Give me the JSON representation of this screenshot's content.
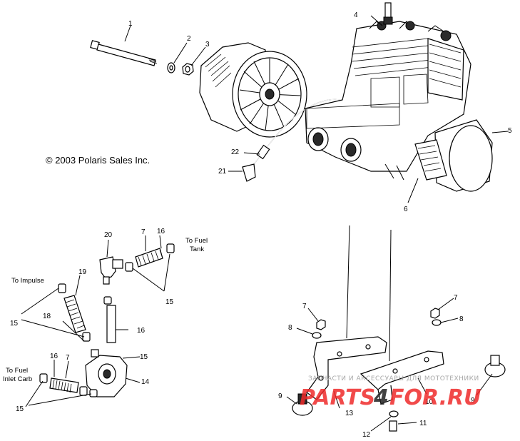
{
  "copyright": "© 2003 Polaris Sales Inc.",
  "notes": {
    "to_fuel_tank_1": "To Fuel",
    "to_fuel_tank_2": "Tank",
    "to_impulse": "To Impulse",
    "to_fuel_inlet_1": "To Fuel",
    "to_fuel_inlet_2": "Inlet Carb"
  },
  "watermark": {
    "top": "ЗАПЧАСТИ И АКСЕССУАРЫ ДЛЯ МОТОТЕХНИКИ",
    "left": "PARTS",
    "mid": "4",
    "right": "FOR.RU"
  },
  "labels": {
    "l1": "1",
    "l2": "2",
    "l3": "3",
    "l4": "4",
    "l5": "5",
    "l6": "6",
    "l7a": "7",
    "l7b": "7",
    "l7c": "7",
    "l7d": "7",
    "l8a": "8",
    "l8b": "8",
    "l9a": "9",
    "l9b": "9",
    "l10": "10",
    "l11": "11",
    "l12": "12",
    "l13": "13",
    "l14": "14",
    "l15a": "15",
    "l15b": "15",
    "l15c": "15",
    "l15d": "15",
    "l16a": "16",
    "l16b": "16",
    "l16c": "16",
    "l18": "18",
    "l19": "19",
    "l20": "20",
    "l21": "21",
    "l22": "22"
  }
}
